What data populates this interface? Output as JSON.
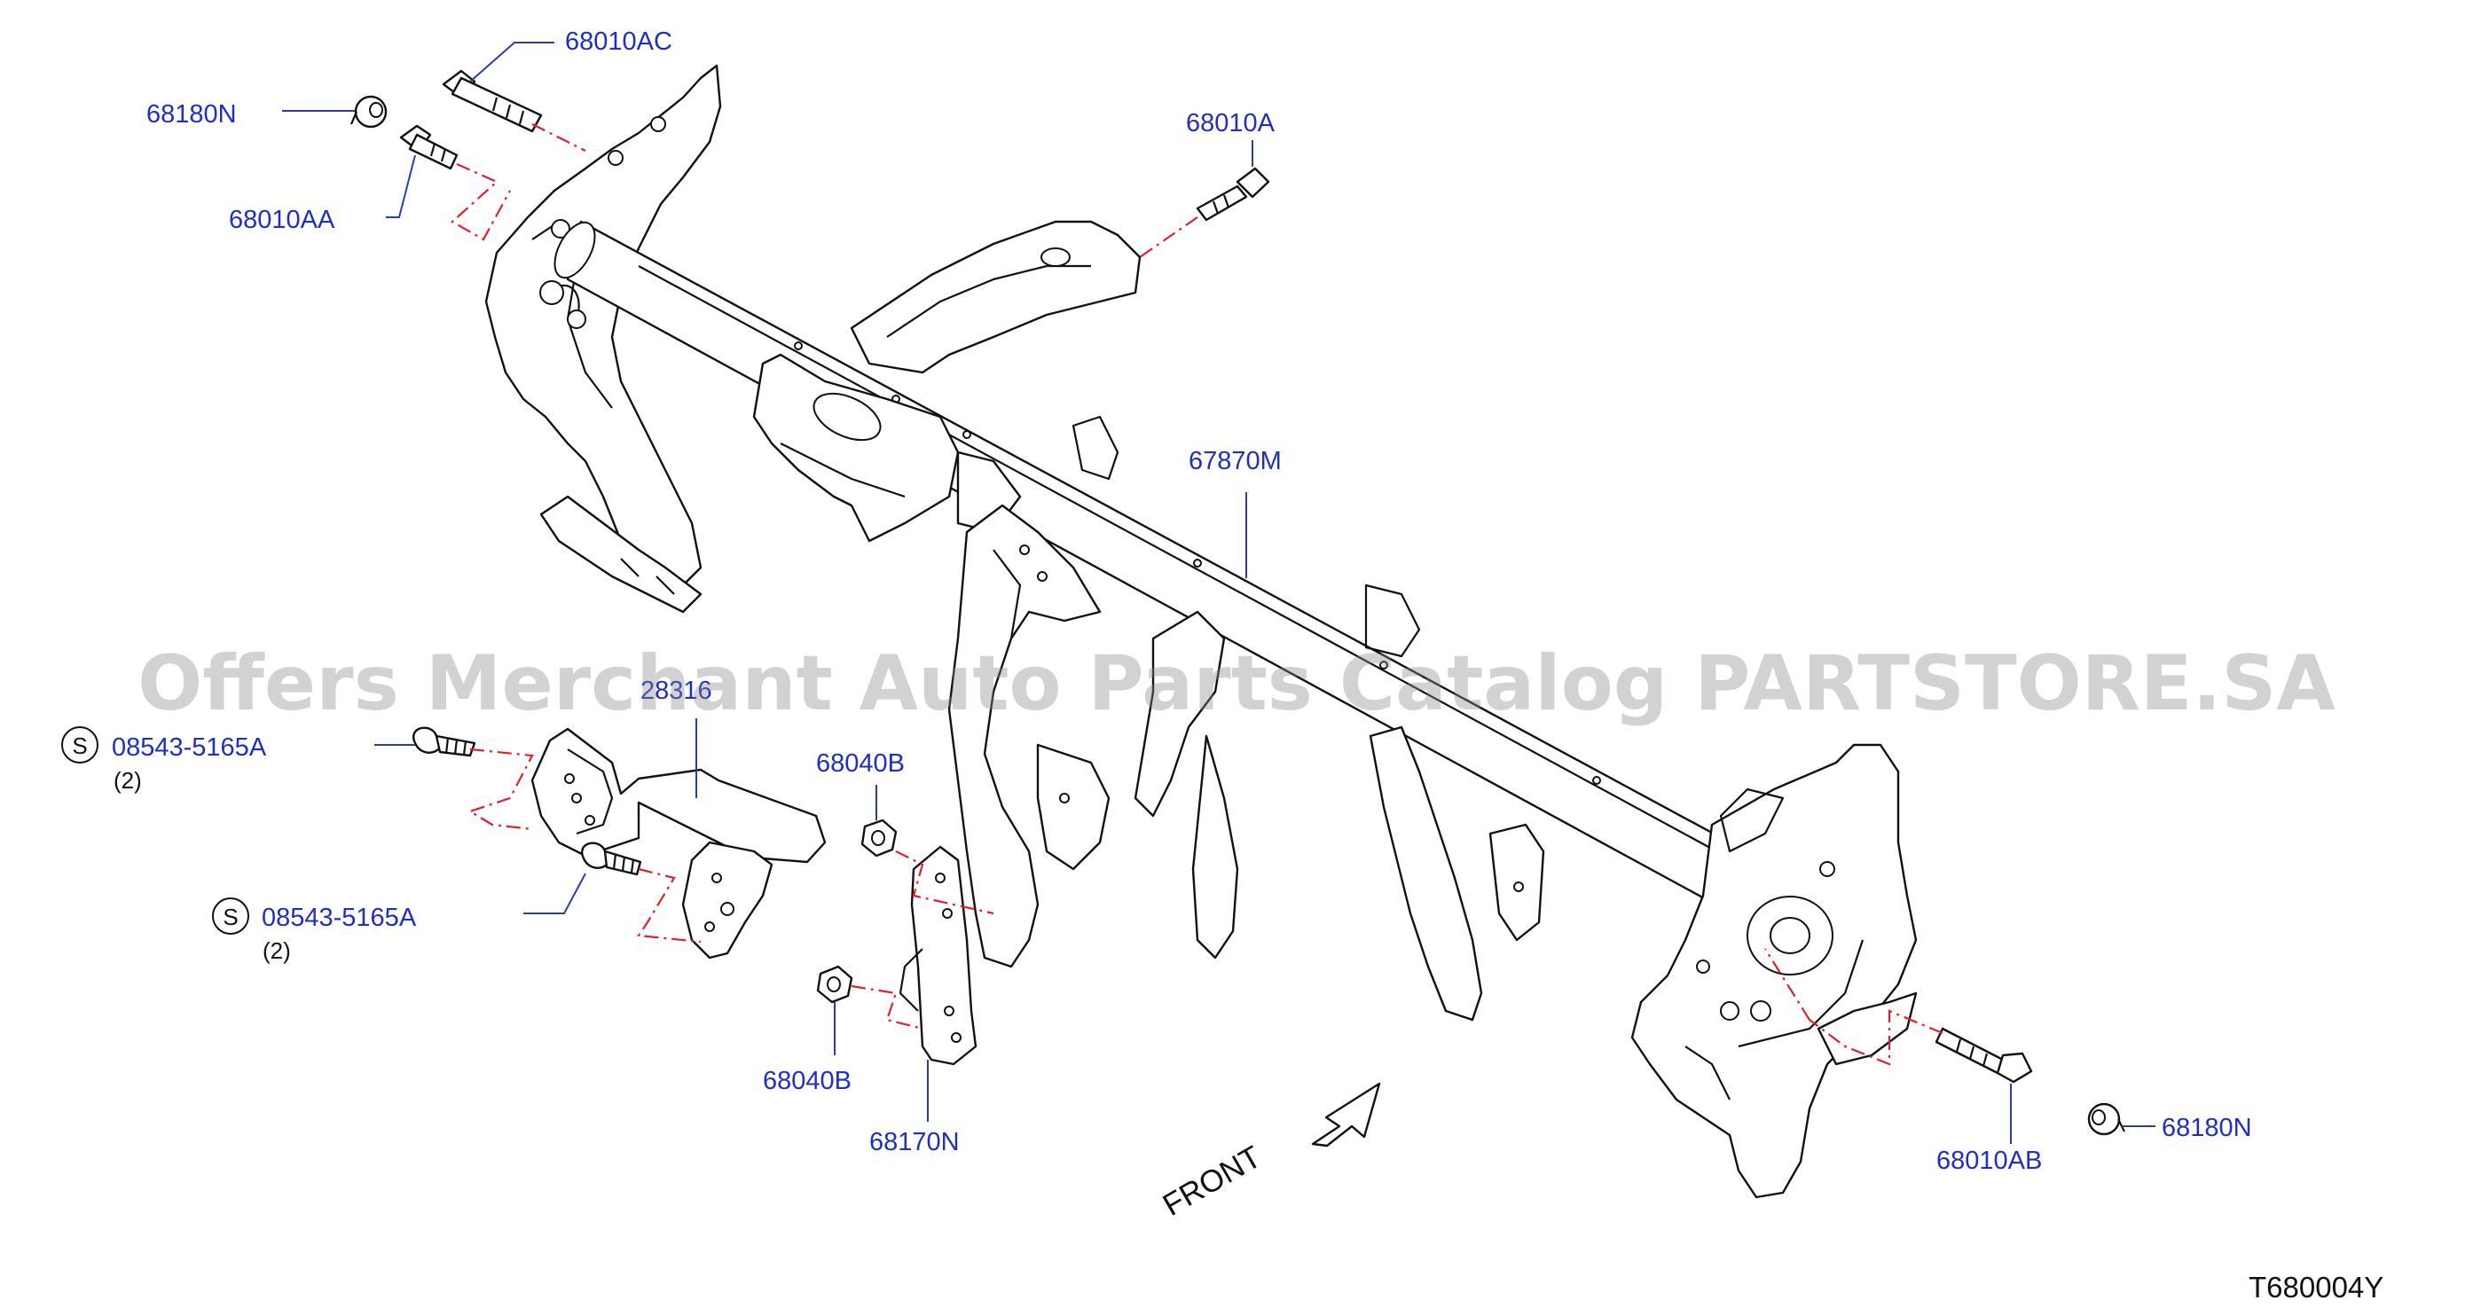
{
  "labels": {
    "bolt_68010AC": "68010AC",
    "clip_68180N_left": "68180N",
    "bolt_68010AA": "68010AA",
    "bolt_68010A": "68010A",
    "member_67870M": "67870M",
    "bracket_28316": "28316",
    "screw_08543_upper": "08543-5165A",
    "screw_08543_lower": "08543-5165A",
    "nut_68040B_upper": "68040B",
    "nut_68040B_lower": "68040B",
    "bracket_68170N": "68170N",
    "bolt_68010AB": "68010AB",
    "clip_68180N_right": "68180N"
  },
  "service_symbol": "S",
  "quantities": {
    "screw_upper": "(2)",
    "screw_lower": "(2)"
  },
  "front_indicator": "FRONT",
  "diagram_id": "T680004Y",
  "watermark": "Offers Merchant Auto Parts Catalog PARTSTORE.SA",
  "colors": {
    "label": "#1f2fbf",
    "leader": "#2a3ea8",
    "dash_line": "#e0202a",
    "drawing": "#111111"
  },
  "icons": [
    "flange-bolt-icon",
    "clip-nut-icon",
    "hex-nut-icon",
    "self-tapping-screw-icon",
    "front-arrow-icon"
  ]
}
